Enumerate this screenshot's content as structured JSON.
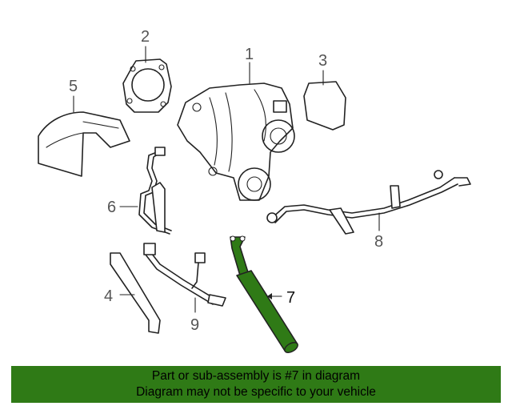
{
  "colors": {
    "highlight_part": "#2f7a16",
    "banner_background": "#2f7a16",
    "line_art": "#222222",
    "callout_text": "#555555"
  },
  "callouts": {
    "c1": "1",
    "c2": "2",
    "c3": "3",
    "c4": "4",
    "c5": "5",
    "c6": "6",
    "c7": "7",
    "c8": "8",
    "c9": "9"
  },
  "banner": {
    "line1": "Part or sub-assembly is #7 in diagram",
    "line2": "Diagram may not be specific to your vehicle"
  }
}
